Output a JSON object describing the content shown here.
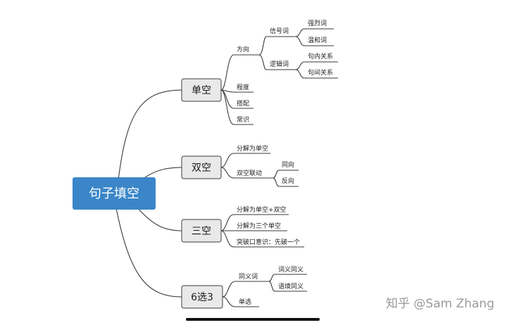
{
  "root": "句子填空",
  "branches": {
    "single": {
      "label": "单空",
      "direction": "方向",
      "signal_words": "信号词",
      "strong_words": "强烈词",
      "mild_words": "温和词",
      "logic_words": "逻辑词",
      "intra_sentence": "句内关系",
      "inter_sentence": "句间关系",
      "degree": "程度",
      "collocation": "搭配",
      "common_sense": "常识"
    },
    "double": {
      "label": "双空",
      "split": "分解为单空",
      "linked": "双空联动",
      "same_direction": "同向",
      "reverse_direction": "反向"
    },
    "triple": {
      "label": "三空",
      "split_mixed": "分解为单空+双空",
      "split_three": "分解为三个单空",
      "breakthrough": "突破口意识：先破一个"
    },
    "six_choose_three": {
      "label": "6选3",
      "synonyms": "同义词",
      "lexical_synonym": "词义同义",
      "context_synonym": "语境同义",
      "single_choice": "单选"
    }
  },
  "watermark": "知乎 @Sam Zhang"
}
